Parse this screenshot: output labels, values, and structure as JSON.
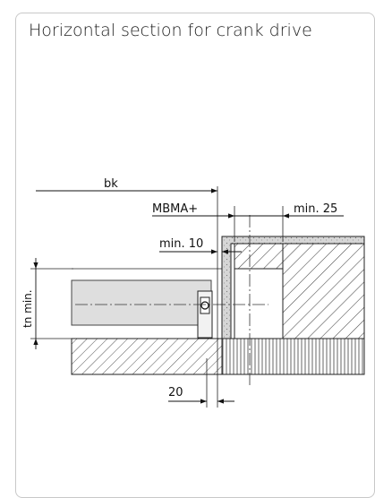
{
  "title": "Horizontal section for crank drive",
  "dimensions": {
    "bk": "bk",
    "mbma": "MBMA+",
    "min25": "min. 25",
    "min10": "min. 10",
    "tn_min": "tn min.",
    "d20": "20"
  }
}
